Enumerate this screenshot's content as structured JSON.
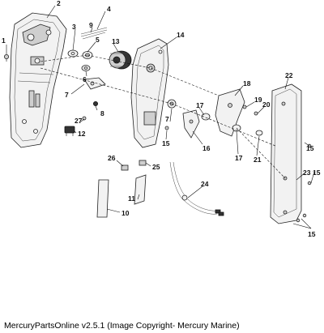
{
  "caption": "MercuryPartsOnline v2.5.1 (Image Copyright- Mercury Marine)",
  "callouts": [
    "1",
    "2",
    "3",
    "4",
    "5",
    "6",
    "7",
    "8",
    "9",
    "10",
    "11",
    "12",
    "13",
    "14",
    "15",
    "16",
    "17",
    "18",
    "19",
    "20",
    "21",
    "22",
    "23",
    "24",
    "25",
    "26",
    "27"
  ]
}
